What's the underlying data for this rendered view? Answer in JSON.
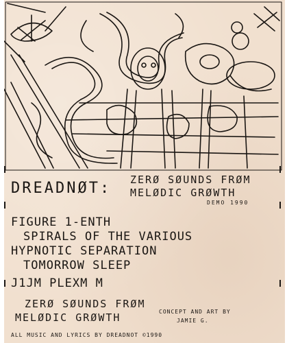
{
  "cover": {
    "band": "DREADNØT:",
    "title_line1": "ZERØ SØUNDS FRØM",
    "title_line2": "MELØDIC GRØWTH",
    "demo": "DEMO 1990"
  },
  "tracks": [
    "FIGURE 1-ENTH",
    "SPIRALS OF THE VARIOUS",
    "HYPNOTIC SEPARATION",
    "TOMORROW SLEEP",
    "J1JM PLEXM M"
  ],
  "lower_title": {
    "line1": "ZERØ SØUNDS FRØM",
    "line2": "MELØDIC GRØWTH"
  },
  "credit": {
    "line1": "CONCEPT AND ART BY",
    "line2": "JAMIE G."
  },
  "footer": "ALL MUSIC AND LYRICS BY DREADNOT ©1990",
  "colors": {
    "paper": "#f1e0cf",
    "ink": "#1a1613"
  }
}
